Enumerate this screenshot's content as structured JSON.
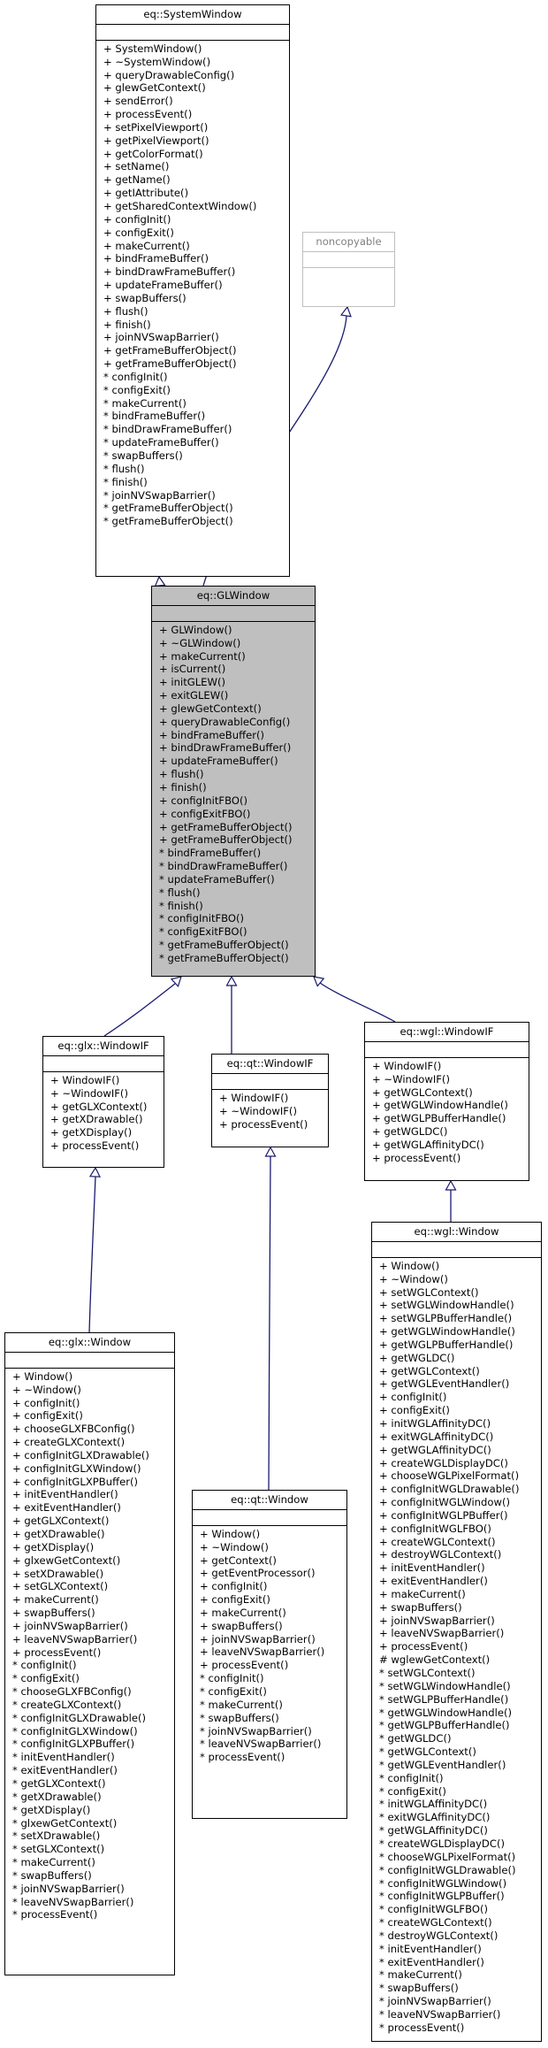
{
  "classes": {
    "system_window": {
      "name": "eq::SystemWindow",
      "ops": [
        "+ SystemWindow()",
        "+ ~SystemWindow()",
        "+ queryDrawableConfig()",
        "+ glewGetContext()",
        "+ sendError()",
        "+ processEvent()",
        "+ setPixelViewport()",
        "+ getPixelViewport()",
        "+ getColorFormat()",
        "+ setName()",
        "+ getName()",
        "+ getIAttribute()",
        "+ getSharedContextWindow()",
        "+ configInit()",
        "+ configExit()",
        "+ makeCurrent()",
        "+ bindFrameBuffer()",
        "+ bindDrawFrameBuffer()",
        "+ updateFrameBuffer()",
        "+ swapBuffers()",
        "+ flush()",
        "+ finish()",
        "+ joinNVSwapBarrier()",
        "+ getFrameBufferObject()",
        "+ getFrameBufferObject()",
        "* configInit()",
        "* configExit()",
        "* makeCurrent()",
        "* bindFrameBuffer()",
        "* bindDrawFrameBuffer()",
        "* updateFrameBuffer()",
        "* swapBuffers()",
        "* flush()",
        "* finish()",
        "* joinNVSwapBarrier()",
        "* getFrameBufferObject()",
        "* getFrameBufferObject()"
      ]
    },
    "noncopyable": {
      "name": "noncopyable",
      "ops": []
    },
    "gl_window": {
      "name": "eq::GLWindow",
      "ops": [
        "+ GLWindow()",
        "+ ~GLWindow()",
        "+ makeCurrent()",
        "+ isCurrent()",
        "+ initGLEW()",
        "+ exitGLEW()",
        "+ glewGetContext()",
        "+ queryDrawableConfig()",
        "+ bindFrameBuffer()",
        "+ bindDrawFrameBuffer()",
        "+ updateFrameBuffer()",
        "+ flush()",
        "+ finish()",
        "+ configInitFBO()",
        "+ configExitFBO()",
        "+ getFrameBufferObject()",
        "+ getFrameBufferObject()",
        "* bindFrameBuffer()",
        "* bindDrawFrameBuffer()",
        "* updateFrameBuffer()",
        "* flush()",
        "* finish()",
        "* configInitFBO()",
        "* configExitFBO()",
        "* getFrameBufferObject()",
        "* getFrameBufferObject()"
      ]
    },
    "glx_window_if": {
      "name": "eq::glx::WindowIF",
      "ops": [
        "+ WindowIF()",
        "+ ~WindowIF()",
        "+ getGLXContext()",
        "+ getXDrawable()",
        "+ getXDisplay()",
        "+ processEvent()"
      ]
    },
    "qt_window_if": {
      "name": "eq::qt::WindowIF",
      "ops": [
        "+ WindowIF()",
        "+ ~WindowIF()",
        "+ processEvent()"
      ]
    },
    "wgl_window_if": {
      "name": "eq::wgl::WindowIF",
      "ops": [
        "+ WindowIF()",
        "+ ~WindowIF()",
        "+ getWGLContext()",
        "+ getWGLWindowHandle()",
        "+ getWGLPBufferHandle()",
        "+ getWGLDC()",
        "+ getWGLAffinityDC()",
        "+ processEvent()"
      ]
    },
    "glx_window": {
      "name": "eq::glx::Window",
      "ops": [
        "+ Window()",
        "+ ~Window()",
        "+ configInit()",
        "+ configExit()",
        "+ chooseGLXFBConfig()",
        "+ createGLXContext()",
        "+ configInitGLXDrawable()",
        "+ configInitGLXWindow()",
        "+ configInitGLXPBuffer()",
        "+ initEventHandler()",
        "+ exitEventHandler()",
        "+ getGLXContext()",
        "+ getXDrawable()",
        "+ getXDisplay()",
        "+ glxewGetContext()",
        "+ setXDrawable()",
        "+ setGLXContext()",
        "+ makeCurrent()",
        "+ swapBuffers()",
        "+ joinNVSwapBarrier()",
        "+ leaveNVSwapBarrier()",
        "+ processEvent()",
        "* configInit()",
        "* configExit()",
        "* chooseGLXFBConfig()",
        "* createGLXContext()",
        "* configInitGLXDrawable()",
        "* configInitGLXWindow()",
        "* configInitGLXPBuffer()",
        "* initEventHandler()",
        "* exitEventHandler()",
        "* getGLXContext()",
        "* getXDrawable()",
        "* getXDisplay()",
        "* glxewGetContext()",
        "* setXDrawable()",
        "* setGLXContext()",
        "* makeCurrent()",
        "* swapBuffers()",
        "* joinNVSwapBarrier()",
        "* leaveNVSwapBarrier()",
        "* processEvent()"
      ]
    },
    "qt_window": {
      "name": "eq::qt::Window",
      "ops": [
        "+ Window()",
        "+ ~Window()",
        "+ getContext()",
        "+ getEventProcessor()",
        "+ configInit()",
        "+ configExit()",
        "+ makeCurrent()",
        "+ swapBuffers()",
        "+ joinNVSwapBarrier()",
        "+ leaveNVSwapBarrier()",
        "+ processEvent()",
        "* configInit()",
        "* configExit()",
        "* makeCurrent()",
        "* swapBuffers()",
        "* joinNVSwapBarrier()",
        "* leaveNVSwapBarrier()",
        "* processEvent()"
      ]
    },
    "wgl_window": {
      "name": "eq::wgl::Window",
      "ops": [
        "+ Window()",
        "+ ~Window()",
        "+ setWGLContext()",
        "+ setWGLWindowHandle()",
        "+ setWGLPBufferHandle()",
        "+ getWGLWindowHandle()",
        "+ getWGLPBufferHandle()",
        "+ getWGLDC()",
        "+ getWGLContext()",
        "+ getWGLEventHandler()",
        "+ configInit()",
        "+ configExit()",
        "+ initWGLAffinityDC()",
        "+ exitWGLAffinityDC()",
        "+ getWGLAffinityDC()",
        "+ createWGLDisplayDC()",
        "+ chooseWGLPixelFormat()",
        "+ configInitWGLDrawable()",
        "+ configInitWGLWindow()",
        "+ configInitWGLPBuffer()",
        "+ configInitWGLFBO()",
        "+ createWGLContext()",
        "+ destroyWGLContext()",
        "+ initEventHandler()",
        "+ exitEventHandler()",
        "+ makeCurrent()",
        "+ swapBuffers()",
        "+ joinNVSwapBarrier()",
        "+ leaveNVSwapBarrier()",
        "+ processEvent()",
        "# wglewGetContext()",
        "* setWGLContext()",
        "* setWGLWindowHandle()",
        "* setWGLPBufferHandle()",
        "* getWGLWindowHandle()",
        "* getWGLPBufferHandle()",
        "* getWGLDC()",
        "* getWGLContext()",
        "* getWGLEventHandler()",
        "* configInit()",
        "* configExit()",
        "* initWGLAffinityDC()",
        "* exitWGLAffinityDC()",
        "* getWGLAffinityDC()",
        "* createWGLDisplayDC()",
        "* chooseWGLPixelFormat()",
        "* configInitWGLDrawable()",
        "* configInitWGLWindow()",
        "* configInitWGLPBuffer()",
        "* configInitWGLFBO()",
        "* createWGLContext()",
        "* destroyWGLContext()",
        "* initEventHandler()",
        "* exitEventHandler()",
        "* makeCurrent()",
        "* swapBuffers()",
        "* joinNVSwapBarrier()",
        "* leaveNVSwapBarrier()",
        "* processEvent()"
      ]
    }
  },
  "colors": {
    "edge": "#191970",
    "focus_fill": "#bfbfbf",
    "external_border": "#bfbfbf"
  }
}
